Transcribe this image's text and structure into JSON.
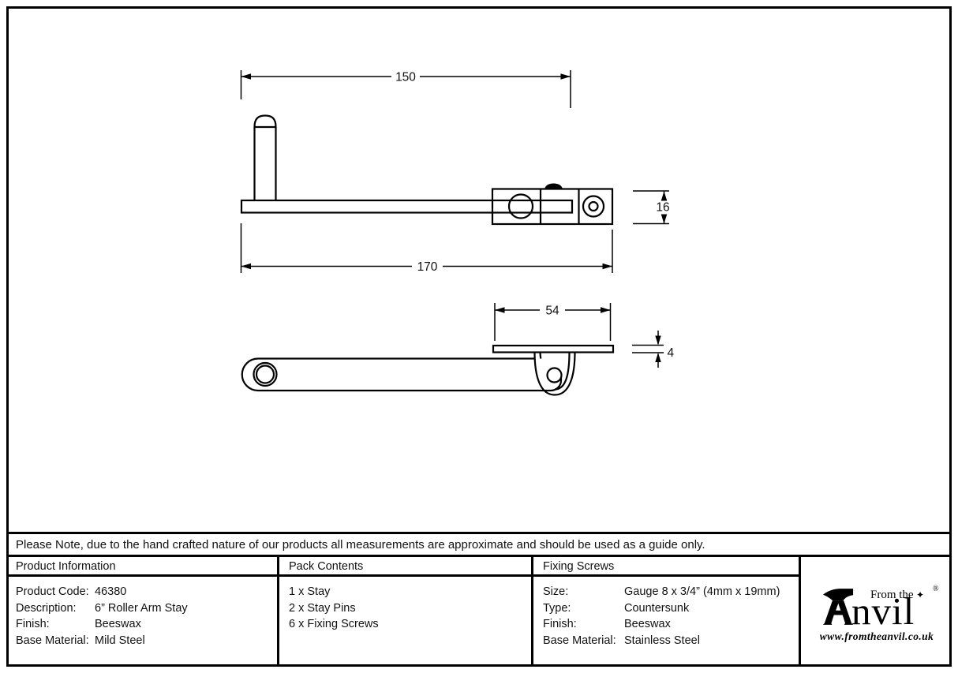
{
  "colors": {
    "ink": "#000000",
    "background": "#ffffff"
  },
  "drawing": {
    "dims": {
      "d150": "150",
      "d170": "170",
      "d16": "16",
      "d54": "54",
      "d4": "4"
    }
  },
  "note": {
    "text": "Please Note, due to the hand crafted nature of our products all measurements are approximate and should be used as a guide only."
  },
  "table": {
    "product_information": {
      "header": "Product Information",
      "rows": [
        {
          "label": "Product Code:",
          "value": "46380"
        },
        {
          "label": "Description:",
          "value": "6” Roller Arm Stay"
        },
        {
          "label": "Finish:",
          "value": "Beeswax"
        },
        {
          "label": "Base Material:",
          "value": "Mild Steel"
        }
      ]
    },
    "pack_contents": {
      "header": "Pack Contents",
      "items": [
        "1 x Stay",
        "2 x Stay Pins",
        "6 x Fixing Screws"
      ]
    },
    "fixing_screws": {
      "header": "Fixing Screws",
      "rows": [
        {
          "label": "Size:",
          "value": "Gauge 8 x 3/4” (4mm x 19mm)"
        },
        {
          "label": "Type:",
          "value": "Countersunk"
        },
        {
          "label": "Finish:",
          "value": "Beeswax"
        },
        {
          "label": "Base Material:",
          "value": "Stainless Steel"
        }
      ]
    }
  },
  "logo": {
    "from_the": "From the",
    "brand_rest": "nvil",
    "diamond": "✦",
    "registered": "®",
    "website": "www.fromtheanvil.co.uk"
  }
}
